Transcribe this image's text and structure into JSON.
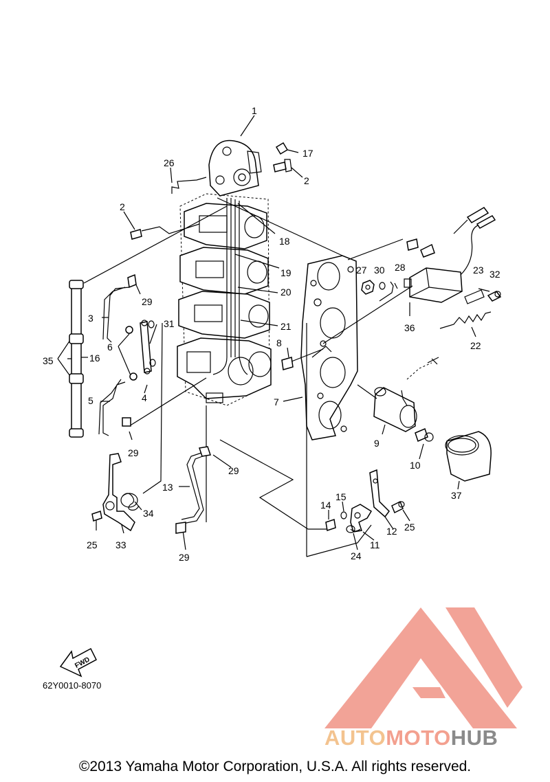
{
  "diagram": {
    "part_number": "62Y0010-8070",
    "fwd_label": "FWD",
    "copyright": "©2013 Yamaha Motor Corporation, U.S.A. All rights reserved.",
    "watermark": {
      "word1": "AUTO",
      "word2": "MOTO",
      "word3": "HUB",
      "color_a": "#f3c38f",
      "color_b": "#f3a08f",
      "color_c": "#8a8a8a"
    },
    "callouts": [
      {
        "id": "c1",
        "text": "1"
      },
      {
        "id": "c17",
        "text": "17"
      },
      {
        "id": "c2a",
        "text": "2"
      },
      {
        "id": "c26",
        "text": "26"
      },
      {
        "id": "c2b",
        "text": "2"
      },
      {
        "id": "c18",
        "text": "18"
      },
      {
        "id": "c19",
        "text": "19"
      },
      {
        "id": "c20",
        "text": "20"
      },
      {
        "id": "c21",
        "text": "21"
      },
      {
        "id": "c29a",
        "text": "29"
      },
      {
        "id": "c3",
        "text": "3"
      },
      {
        "id": "c6",
        "text": "6"
      },
      {
        "id": "c31",
        "text": "31"
      },
      {
        "id": "c16",
        "text": "16"
      },
      {
        "id": "c35",
        "text": "35"
      },
      {
        "id": "c5",
        "text": "5"
      },
      {
        "id": "c4",
        "text": "4"
      },
      {
        "id": "c29b",
        "text": "29"
      },
      {
        "id": "c27",
        "text": "27"
      },
      {
        "id": "c30",
        "text": "30"
      },
      {
        "id": "c28",
        "text": "28"
      },
      {
        "id": "c23",
        "text": "23"
      },
      {
        "id": "c32",
        "text": "32"
      },
      {
        "id": "c36",
        "text": "36"
      },
      {
        "id": "c22",
        "text": "22"
      },
      {
        "id": "c8",
        "text": "8"
      },
      {
        "id": "c7",
        "text": "7"
      },
      {
        "id": "c9",
        "text": "9"
      },
      {
        "id": "c10",
        "text": "10"
      },
      {
        "id": "c37",
        "text": "37"
      },
      {
        "id": "c29c",
        "text": "29"
      },
      {
        "id": "c13",
        "text": "13"
      },
      {
        "id": "c34",
        "text": "34"
      },
      {
        "id": "c25a",
        "text": "25"
      },
      {
        "id": "c33",
        "text": "33"
      },
      {
        "id": "c29d",
        "text": "29"
      },
      {
        "id": "c14",
        "text": "14"
      },
      {
        "id": "c15",
        "text": "15"
      },
      {
        "id": "c12",
        "text": "12"
      },
      {
        "id": "c25b",
        "text": "25"
      },
      {
        "id": "c11",
        "text": "11"
      },
      {
        "id": "c24",
        "text": "24"
      }
    ]
  }
}
